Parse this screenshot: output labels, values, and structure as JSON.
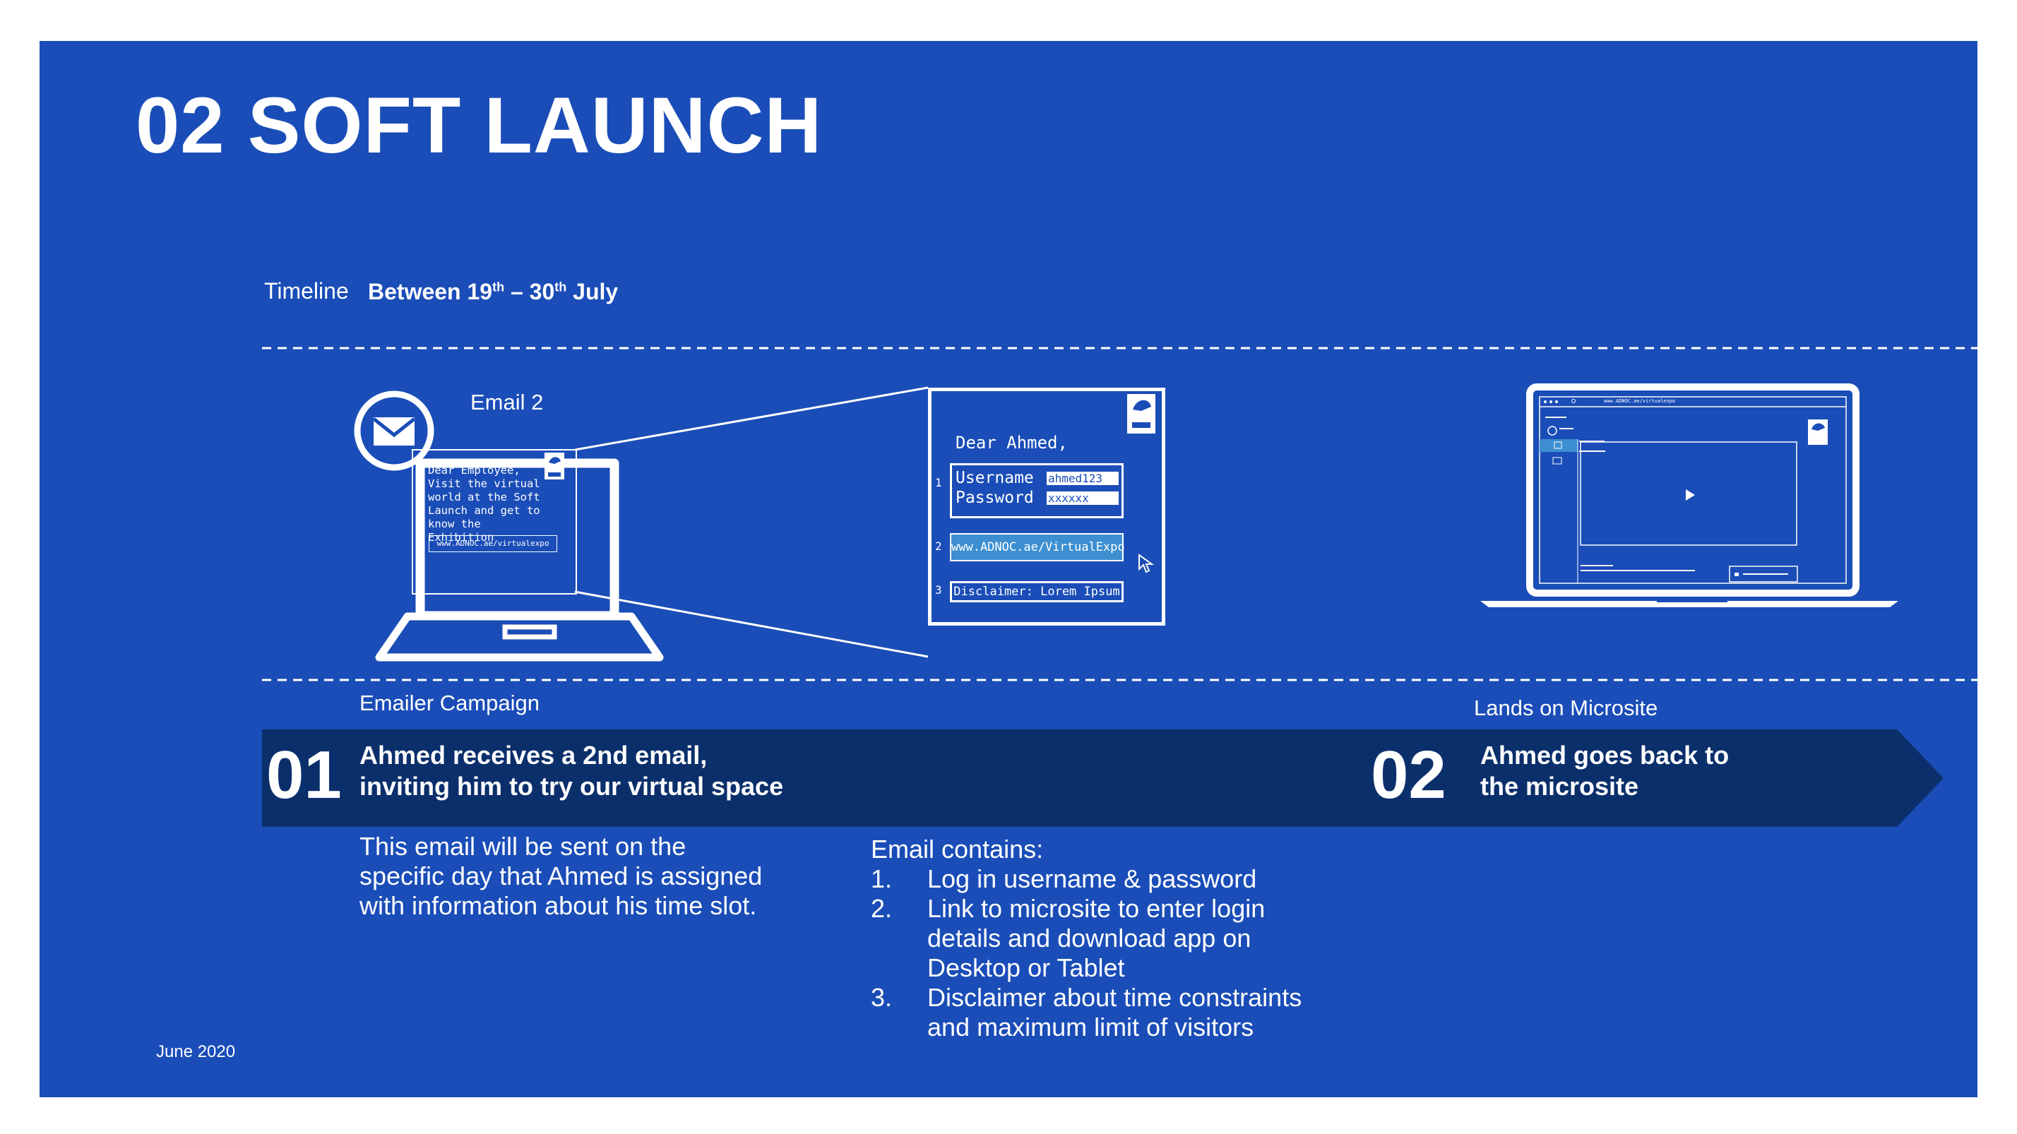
{
  "slide": {
    "title": "02 SOFT LAUNCH",
    "date_footer": "June 2020",
    "colors": {
      "background": "#1a4db7",
      "band": "#0b2f6b",
      "text": "#ffffff",
      "link_fill": "#3d8fd1"
    }
  },
  "timeline": {
    "label": "Timeline",
    "dates_prefix": "Between 19",
    "dates_sup1": "th",
    "dates_mid": " – 30",
    "dates_sup2": "th",
    "dates_suffix": " July"
  },
  "email_illustration": {
    "icon": "envelope-icon",
    "label": "Email 2",
    "body_lines": [
      "Dear Employee,",
      "Visit the virtual",
      "world at the Soft",
      "Launch and get to",
      "know the Exhibition"
    ],
    "button_url": "www.ADNOC.ae/virtualexpo"
  },
  "email_zoom": {
    "greeting": "Dear Ahmed,",
    "username_label": "Username",
    "username_value": "ahmed123",
    "password_label": "Password",
    "password_value": "xxxxxx",
    "link_url": "www.ADNOC.ae/VirtualExpo",
    "disclaimer": "Disclaimer: Lorem Ipsum",
    "markers": [
      "1",
      "2",
      "3"
    ]
  },
  "microsite_illustration": {
    "url_bar": "www.ADNOC.ae/virtualexpo",
    "play_icon": "play-icon"
  },
  "stages": {
    "campaign_label": "Emailer Campaign",
    "microsite_label": "Lands on Microsite",
    "step1": {
      "number": "01",
      "line1": "Ahmed receives a 2nd email,",
      "line2": "inviting him to try our virtual space"
    },
    "step2": {
      "number": "02",
      "line1": "Ahmed goes back to",
      "line2": "the microsite"
    }
  },
  "details": {
    "step1_lines": [
      "This email will be sent on the",
      "specific day that Ahmed is assigned",
      "with information about his time slot."
    ],
    "contains_heading": "Email contains:",
    "items": [
      {
        "num": "1.",
        "lines": [
          "Log in username & password"
        ]
      },
      {
        "num": "2.",
        "lines": [
          "Link to microsite to enter login",
          "details and download app on",
          "Desktop or Tablet"
        ]
      },
      {
        "num": "3.",
        "lines": [
          "Disclaimer about time constraints",
          "and maximum limit of visitors"
        ]
      }
    ]
  }
}
